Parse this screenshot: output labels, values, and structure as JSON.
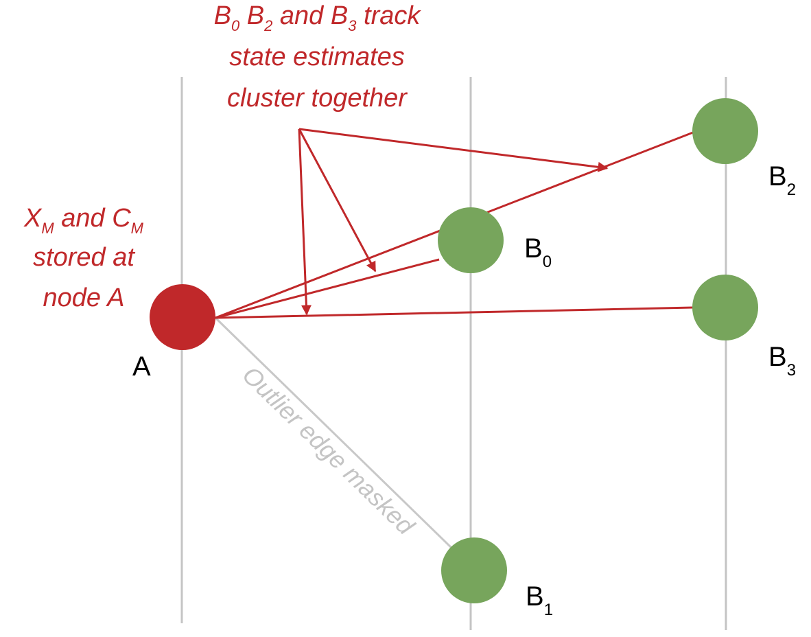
{
  "nodes": {
    "A": {
      "label": "A",
      "color": "#c0282a"
    },
    "B0": {
      "label": "B",
      "sub": "0",
      "color": "#77a55c"
    },
    "B1": {
      "label": "B",
      "sub": "1",
      "color": "#77a55c"
    },
    "B2": {
      "label": "B",
      "sub": "2",
      "color": "#77a55c"
    },
    "B3": {
      "label": "B",
      "sub": "3",
      "color": "#77a55c"
    }
  },
  "annotation_top": {
    "line1": {
      "b": "B",
      "s0": "0",
      "b2": " B",
      "s2": "2",
      "mid": " and B",
      "s3": "3",
      "end": " track"
    },
    "line2": "state estimates",
    "line3": "cluster together"
  },
  "annotation_left": {
    "line1": {
      "x": "X",
      "xsub": "M",
      "mid": " and C",
      "csub": "M"
    },
    "line2": "stored at",
    "line3": "node A"
  },
  "outlier_label": "Outlier edge masked",
  "colors": {
    "accent": "#c0282a",
    "node_green": "#77a55c",
    "timeline": "#c4c4c4",
    "outlier_edge": "#c8c8c8"
  }
}
